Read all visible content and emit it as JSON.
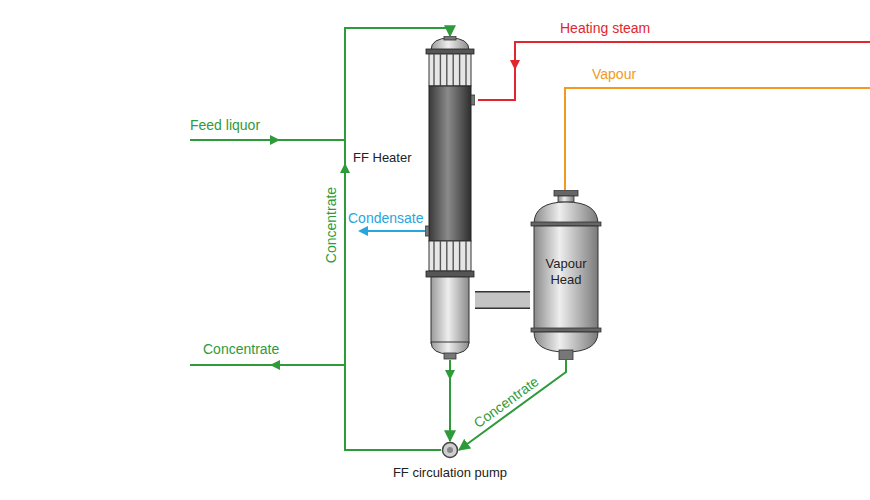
{
  "diagram": {
    "nodes": [
      {
        "text": [
          "FF Heater"
        ]
      },
      {
        "text": [
          "Vapour Head"
        ]
      },
      {
        "text": [
          "FF circulation pump"
        ]
      }
    ],
    "edges": [
      {
        "from": 0,
        "to": 2,
        "arrow": "to"
      },
      {
        "from": 1,
        "to": 2,
        "arrow": "to",
        "label": "Concentrate"
      },
      {
        "from": 2,
        "to": 0,
        "arrow": "to",
        "label": "Concentrate"
      },
      {
        "from": 0,
        "to": 1,
        "arrow": "none"
      }
    ],
    "labels": [
      "Heating steam",
      "Vapour",
      "Feed liquor",
      "Condensate",
      "Concentrate"
    ]
  }
}
